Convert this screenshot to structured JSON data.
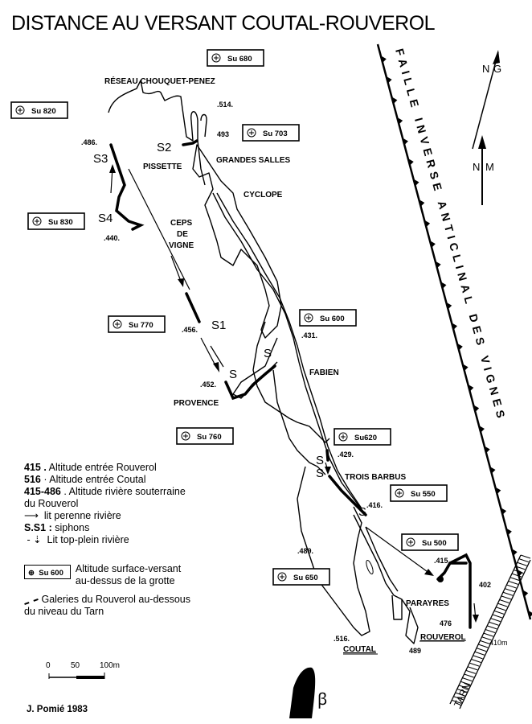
{
  "title": "DISTANCE AU VERSANT COUTAL-ROUVEROL",
  "surface_markers": [
    {
      "label": "Su 680"
    },
    {
      "label": "Su 820"
    },
    {
      "label": "Su 703"
    },
    {
      "label": "Su 830"
    },
    {
      "label": "Su 770"
    },
    {
      "label": "Su 600"
    },
    {
      "label": "Su 760"
    },
    {
      "label": "Su620"
    },
    {
      "label": "Su 550"
    },
    {
      "label": "Su 500"
    },
    {
      "label": "Su 650"
    }
  ],
  "places": {
    "reseau": "RÉSEAU CHOUQUET-PENEZ",
    "grandes_salles": "GRANDES SALLES",
    "pissette": "PISSETTE",
    "cyclope": "CYCLOPE",
    "ceps": "CEPS",
    "de": "DE",
    "vigne": "VIGNE",
    "fabien": "FABIEN",
    "provence": "PROVENCE",
    "trois_barbus": "TROIS BARBUS",
    "parayres": "PARAYRES",
    "rouverol": "ROUVEROL",
    "coutal": "COUTAL",
    "tarn": "TARN"
  },
  "altitudes": {
    "a514": ".514.",
    "a493": "493",
    "a486": ".486.",
    "a440": ".440.",
    "a456": ".456.",
    "a431": ".431.",
    "a452": ".452.",
    "a429": ".429.",
    "a416": ".416.",
    "a489a": ".489.",
    "a415": ".415.",
    "a402": "402",
    "a476": "476",
    "a410": "410m",
    "a516": ".516.",
    "a489b": "489"
  },
  "siphons": {
    "s1": "S1",
    "s2": "S2",
    "s3": "S3",
    "s4": "S4",
    "s": "S"
  },
  "fault": "FAILLE INVERSE ANTICLINAL DES VIGNES",
  "north": {
    "ng_n": "N",
    "ng_g": "G",
    "nm_n": "N",
    "nm_m": "M"
  },
  "legend": {
    "l1_num": "415 .",
    "l1_text": "Altitude entrée Rouverol",
    "l2_num": "516",
    "l2_text": "· Altitude entrée Coutal",
    "l3_num": "415-486",
    "l3_text": ". Altitude rivière souterraine",
    "l3b_text": "du Rouverol",
    "l4_sym": "⟶",
    "l4_text": "lit perenne rivière",
    "l5_num": "S.S1 :",
    "l5_text": "siphons",
    "l6_sym": "- ⇣",
    "l6_text": "Lit top-plein rivière",
    "su_box": "Su 600",
    "su_text1": "Altitude surface-versant",
    "su_text2": "au-dessus de la grotte",
    "gal_text1": "Galeries du Rouverol au-dessous",
    "gal_text2": "du niveau du Tarn"
  },
  "scale": {
    "t0": "0",
    "t50": "50",
    "t100": "100m"
  },
  "author": "J. Pomié 1983"
}
